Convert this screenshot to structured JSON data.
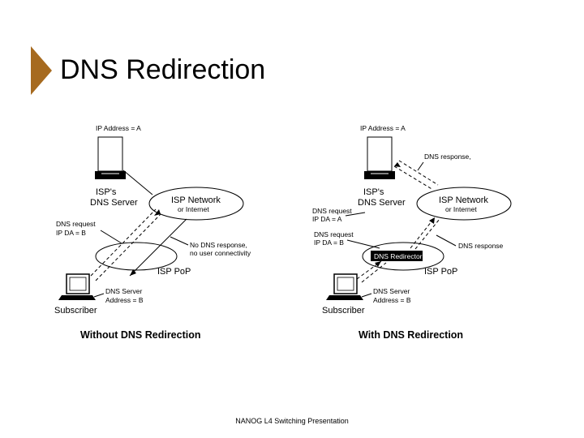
{
  "slide": {
    "title": "DNS Redirection",
    "footer": "NANOG L4 Switching Presentation"
  },
  "left_panel": {
    "ip_address": "IP Address = A",
    "server_label": [
      "ISP's",
      "DNS Server"
    ],
    "network_label": [
      "ISP Network",
      "or Internet"
    ],
    "dns_request": [
      "DNS request",
      "IP DA = B"
    ],
    "no_response": [
      "No DNS response,",
      "no user connectivity"
    ],
    "pop_label": "ISP PoP",
    "dns_server_address": [
      "DNS Server",
      "Address = B"
    ],
    "subscriber": "Subscriber",
    "caption": "Without DNS Redirection"
  },
  "right_panel": {
    "ip_address": "IP Address = A",
    "dns_response_top": "DNS response,",
    "server_label": [
      "ISP's",
      "DNS Server"
    ],
    "network_label": [
      "ISP Network",
      "or Internet"
    ],
    "dns_request_a": [
      "DNS request",
      "IP DA = A"
    ],
    "dns_request_b": [
      "DNS request",
      "IP DA = B"
    ],
    "redirector": "DNS Redirector",
    "dns_response_side": "DNS response",
    "pop_label": "ISP PoP",
    "dns_server_address": [
      "DNS Server",
      "Address = B"
    ],
    "subscriber": "Subscriber",
    "caption": "With DNS Redirection"
  }
}
